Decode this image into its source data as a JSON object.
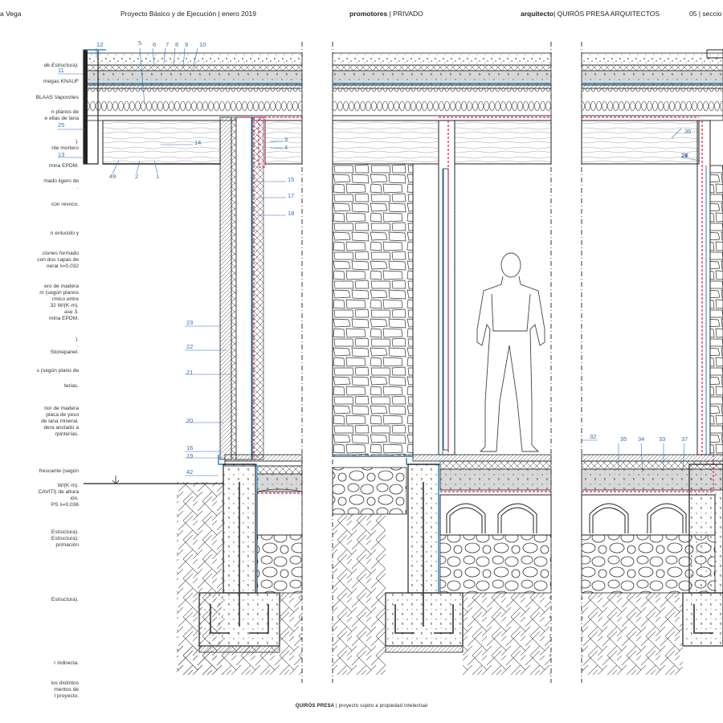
{
  "header": {
    "owner_fragment": "a Vega",
    "project": "Proyecto Básico y de Ejecución | enero 2019",
    "promoter_label": "promotores",
    "promoter_value": " | PRIVADO",
    "architect_label": "arquitecto",
    "architect_value": "| QUIRÓS PRESA ARQUITECTOS",
    "sheet": "05 | seccio"
  },
  "legend": [
    {
      "lines": [
        "de Estructura)."
      ],
      "italic": true
    },
    {
      "lines": [
        "megas KNAUF"
      ],
      "italic": false
    },
    {
      "lines": [
        "BLAAS Vaporvlies"
      ],
      "italic": false
    },
    {
      "lines": [
        "n planos de",
        "e ellas de lana"
      ],
      "italic": false
    },
    {
      "lines": [
        ").",
        "nte mortero"
      ],
      "italic": false
    },
    {
      "lines": [
        "mina EPDM."
      ],
      "italic": false
    },
    {
      "lines": [
        "mado ligero de",
        "."
      ],
      "italic": false
    },
    {
      "lines": [
        "con revoco."
      ],
      "italic": false
    },
    {
      "lines": [
        "n enlucido y"
      ],
      "italic": false
    },
    {
      "lines": [
        "ciones formado",
        "con dos capas de",
        "neral λ=0,032"
      ],
      "italic": false
    },
    {
      "lines": [
        "ero de madera",
        "m (según planos",
        "rmico entre",
        "32 W/(K·m).",
        "ase 3.",
        "mina EPDM."
      ],
      "italic": false
    },
    {
      "lines": [
        ").",
        ".",
        "Stonepanel."
      ],
      "italic": false
    },
    {
      "lines": [
        "s (según plano de"
      ],
      "italic": false
    },
    {
      "lines": [
        "terias."
      ],
      "italic": false
    },
    {
      "lines": [
        "rior de madera",
        "placa de yeso",
        "de lana mineral.",
        "dera anclado a",
        "rpinterías."
      ],
      "italic": false
    },
    {
      "lines": [
        "frescante (según"
      ],
      "italic": false
    },
    {
      "lines": [
        "W/(K·m).",
        "CAVITI) de altura",
        "ión.",
        "PS λ=0,036"
      ],
      "italic": false
    },
    {
      "lines": [
        "Estructura).",
        "Estructura).",
        "primación"
      ],
      "italic": false
    },
    {
      "lines": [
        "Estructura)."
      ],
      "italic": false
    },
    {
      "lines": [
        "r indirecta."
      ],
      "italic": false
    },
    {
      "lines": [
        "los distintos",
        "mentos de",
        "l proyecto."
      ],
      "italic": false
    }
  ],
  "callouts": [
    "12",
    "5",
    "6",
    "7",
    "8",
    "9",
    "10",
    "11",
    "25",
    "13",
    "14",
    "49",
    "2",
    "1",
    "3",
    "4",
    "15",
    "17",
    "18",
    "23",
    "22",
    "21",
    "20",
    "16",
    "19",
    "42",
    "36",
    "24",
    "26",
    "27",
    "32",
    "35",
    "34",
    "33",
    "37"
  ],
  "footer": {
    "brand": "QUIRÓS PRESA",
    "text": " | proyecto sujeto a propiedad intelectual"
  },
  "colors": {
    "line": "#222222",
    "callout": "#3a6fb0",
    "membrane": "#e0245a",
    "water": "#1a7fc1"
  }
}
